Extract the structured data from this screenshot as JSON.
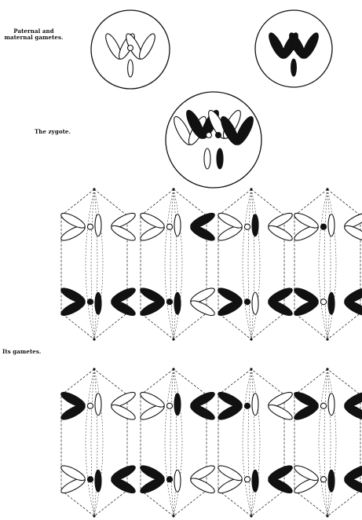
{
  "labels": {
    "gametes_caption": "Paternal and maternal gametes.",
    "zygote_caption": "The zygote.",
    "its_gametes_caption": "Its gametes."
  },
  "colors": {
    "ink": "#111111",
    "paper": "#ffffff"
  },
  "figure": {
    "gametes": [
      {
        "name": "paternal-gamete",
        "fill": "white"
      },
      {
        "name": "maternal-gamete",
        "fill": "black"
      }
    ],
    "zygote": {
      "name": "zygote"
    },
    "spindle_row_1": [
      {
        "top_v": "white",
        "top_rod": "white",
        "top_dot": "white",
        "top_right_v": "white",
        "bottom_v": "black",
        "bottom_rod": "black",
        "bottom_dot": "black",
        "bottom_right_v": "black"
      },
      {
        "top_v": "white",
        "top_rod": "white",
        "top_dot": "white",
        "top_right_v": "black",
        "bottom_v": "black",
        "bottom_rod": "black",
        "bottom_dot": "black",
        "bottom_right_v": "white"
      },
      {
        "top_v": "white",
        "top_rod": "black",
        "top_dot": "white",
        "top_right_v": "white",
        "bottom_v": "black",
        "bottom_rod": "white",
        "bottom_dot": "black",
        "bottom_right_v": "black"
      },
      {
        "top_v": "white",
        "top_rod": "white",
        "top_dot": "black",
        "top_right_v": "white",
        "bottom_v": "black",
        "bottom_rod": "black",
        "bottom_dot": "white",
        "bottom_right_v": "black"
      }
    ],
    "spindle_row_2": [
      {
        "top_v": "black",
        "top_rod": "white",
        "top_dot": "white",
        "top_right_v": "white",
        "bottom_v": "white",
        "bottom_rod": "black",
        "bottom_dot": "black",
        "bottom_right_v": "black"
      },
      {
        "top_v": "white",
        "top_rod": "black",
        "top_dot": "white",
        "top_right_v": "black",
        "bottom_v": "black",
        "bottom_rod": "white",
        "bottom_dot": "black",
        "bottom_right_v": "white"
      },
      {
        "top_v": "black",
        "top_rod": "white",
        "top_dot": "black",
        "top_right_v": "white",
        "bottom_v": "white",
        "bottom_rod": "black",
        "bottom_dot": "white",
        "bottom_right_v": "black"
      },
      {
        "top_v": "black",
        "top_rod": "white",
        "top_dot": "white",
        "top_right_v": "black",
        "bottom_v": "white",
        "bottom_rod": "black",
        "bottom_dot": "white",
        "bottom_right_v": "black"
      }
    ]
  }
}
